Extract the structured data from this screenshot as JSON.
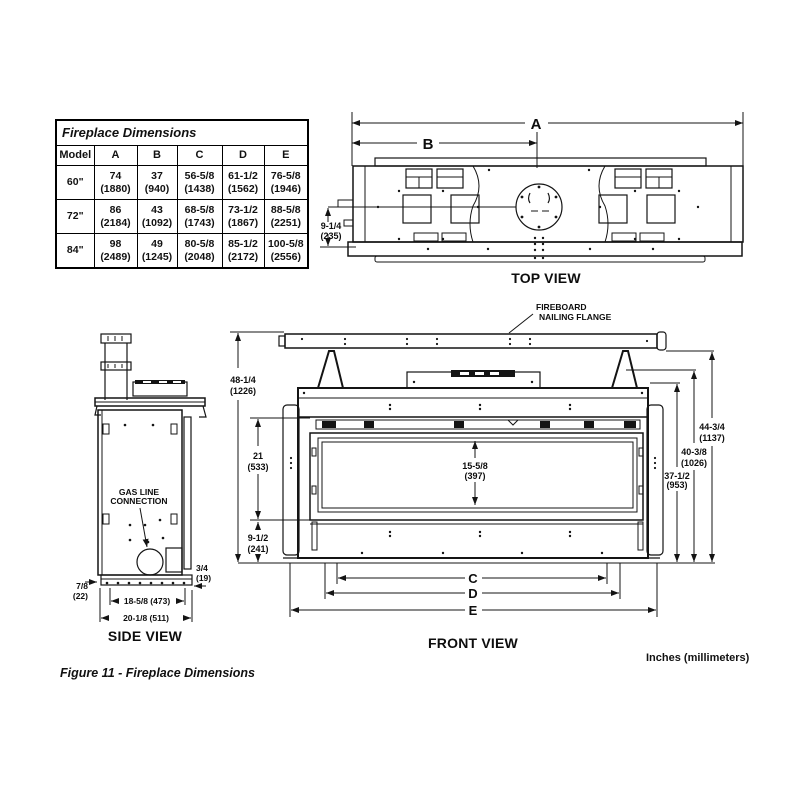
{
  "page": {
    "figure_caption": "Figure 11 - Fireplace Dimensions",
    "units_note": "Inches (millimeters)"
  },
  "table": {
    "title": "Fireplace Dimensions",
    "columns": [
      "Model",
      "A",
      "B",
      "C",
      "D",
      "E"
    ],
    "rows": [
      {
        "model": "60\"",
        "dims": [
          {
            "in": "74",
            "mm": "(1880)"
          },
          {
            "in": "37",
            "mm": "(940)"
          },
          {
            "in": "56-5/8",
            "mm": "(1438)"
          },
          {
            "in": "61-1/2",
            "mm": "(1562)"
          },
          {
            "in": "76-5/8",
            "mm": "(1946)"
          }
        ]
      },
      {
        "model": "72\"",
        "dims": [
          {
            "in": "86",
            "mm": "(2184)"
          },
          {
            "in": "43",
            "mm": "(1092)"
          },
          {
            "in": "68-5/8",
            "mm": "(1743)"
          },
          {
            "in": "73-1/2",
            "mm": "(1867)"
          },
          {
            "in": "88-5/8",
            "mm": "(2251)"
          }
        ]
      },
      {
        "model": "84\"",
        "dims": [
          {
            "in": "98",
            "mm": "(2489)"
          },
          {
            "in": "49",
            "mm": "(1245)"
          },
          {
            "in": "80-5/8",
            "mm": "(2048)"
          },
          {
            "in": "85-1/2",
            "mm": "(2172)"
          },
          {
            "in": "100-5/8",
            "mm": "(2556)"
          }
        ]
      }
    ]
  },
  "top_view": {
    "title": "TOP VIEW",
    "dim_a": "A",
    "dim_b": "B",
    "depth": {
      "in": "9-1/4",
      "mm": "(235)"
    }
  },
  "side_view": {
    "title": "SIDE VIEW",
    "gas_line_label_1": "GAS LINE",
    "gas_line_label_2": "CONNECTION",
    "front_offset": {
      "in": "7/8",
      "mm": "(22)"
    },
    "rear_offset": {
      "in": "3/4",
      "mm": "(19)"
    },
    "base_depth": "18-5/8 (473)",
    "overall_depth": "20-1/8 (511)"
  },
  "front_view": {
    "title": "FRONT VIEW",
    "flange_label_1": "FIREBOARD",
    "flange_label_2": "NAILING FLANGE",
    "overall_height": {
      "in": "48-1/4",
      "mm": "(1226)"
    },
    "opening_height": {
      "in": "21",
      "mm": "(533)"
    },
    "base_height": {
      "in": "9-1/2",
      "mm": "(241)"
    },
    "glass_height": {
      "in": "15-5/8",
      "mm": "(397)"
    },
    "height_to_top": {
      "in": "44-3/4",
      "mm": "(1137)"
    },
    "height_mid": {
      "in": "40-3/8",
      "mm": "(1026)"
    },
    "height_low": {
      "in": "37-1/2",
      "mm": "(953)"
    },
    "dim_c": "C",
    "dim_d": "D",
    "dim_e": "E"
  }
}
